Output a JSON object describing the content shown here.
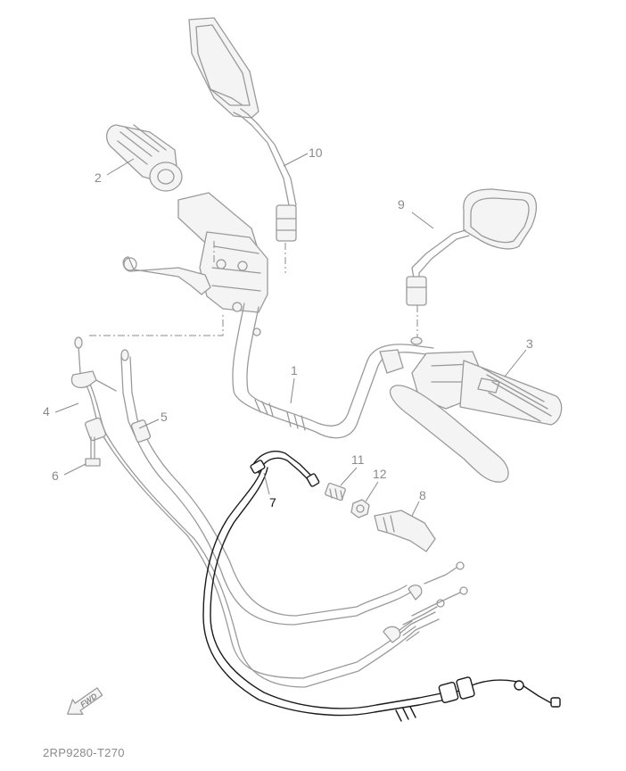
{
  "diagram": {
    "callouts": [
      {
        "id": "c1",
        "label": "1",
        "active": false
      },
      {
        "id": "c2",
        "label": "2",
        "active": false
      },
      {
        "id": "c3",
        "label": "3",
        "active": false
      },
      {
        "id": "c4",
        "label": "4",
        "active": false
      },
      {
        "id": "c5",
        "label": "5",
        "active": false
      },
      {
        "id": "c6",
        "label": "6",
        "active": false
      },
      {
        "id": "c7",
        "label": "7",
        "active": true
      },
      {
        "id": "c8",
        "label": "8",
        "active": false
      },
      {
        "id": "c9",
        "label": "9",
        "active": false
      },
      {
        "id": "c10",
        "label": "10",
        "active": false
      },
      {
        "id": "c11",
        "label": "11",
        "active": false
      },
      {
        "id": "c12",
        "label": "12",
        "active": false
      }
    ],
    "fwd_label": "FWD",
    "drawing_code": "2RP9280-T270",
    "colors": {
      "line": "#9a9a9a",
      "highlight": "#1a1a1a"
    }
  }
}
